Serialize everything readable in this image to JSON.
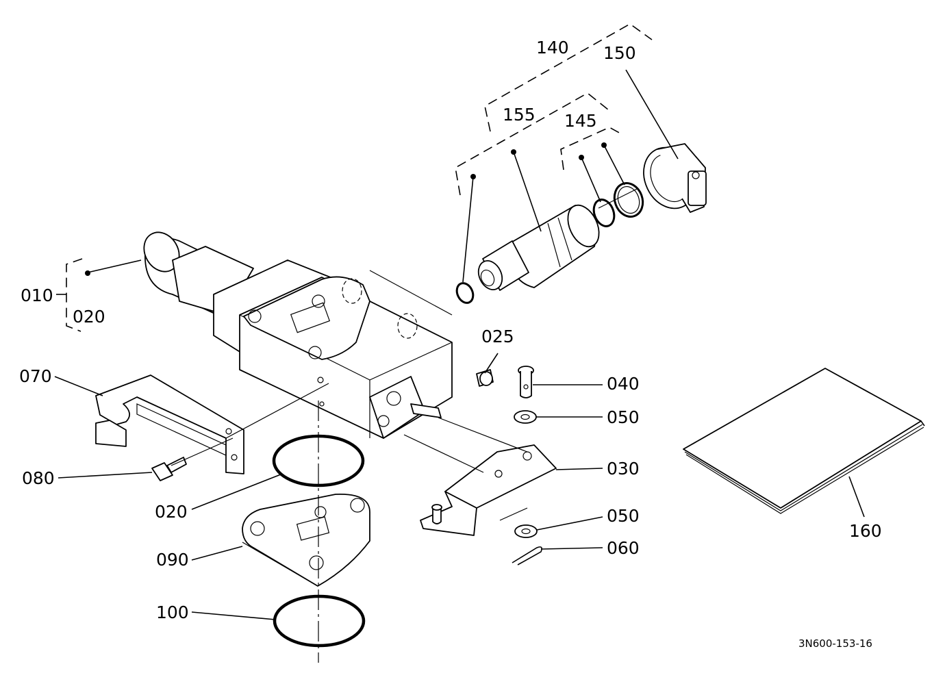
{
  "diagram": {
    "drawing_number": "3N600-153-16",
    "callouts": {
      "p010": "010",
      "p020a": "020",
      "p020b": "020",
      "p025": "025",
      "p030": "030",
      "p040": "040",
      "p050a": "050",
      "p050b": "050",
      "p060": "060",
      "p070": "070",
      "p080": "080",
      "p090": "090",
      "p100": "100",
      "p140": "140",
      "p145": "145",
      "p150": "150",
      "p155": "155",
      "p160": "160"
    }
  }
}
